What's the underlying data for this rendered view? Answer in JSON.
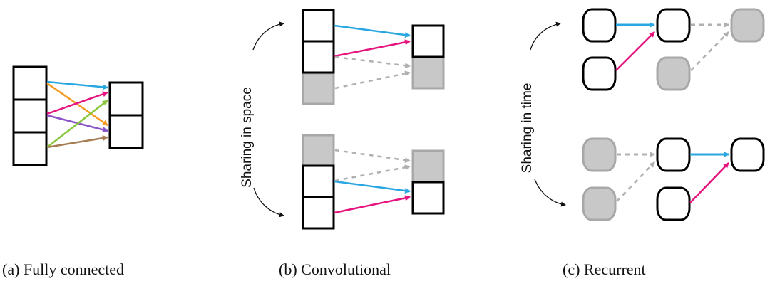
{
  "captions": {
    "a": "(a) Fully connected",
    "b": "(b) Convolutional",
    "c": "(c) Recurrent"
  },
  "side_labels": {
    "space": "Sharing in space",
    "time": "Sharing in time"
  },
  "colors": {
    "blue": "#2aa7e0",
    "orange": "#f59b22",
    "magenta": "#e6147f",
    "purple": "#8a55c8",
    "green": "#8cc63f",
    "brown": "#a67c52",
    "gray_fill": "#c8c8c8",
    "gray_stroke": "#a8a8a8"
  }
}
